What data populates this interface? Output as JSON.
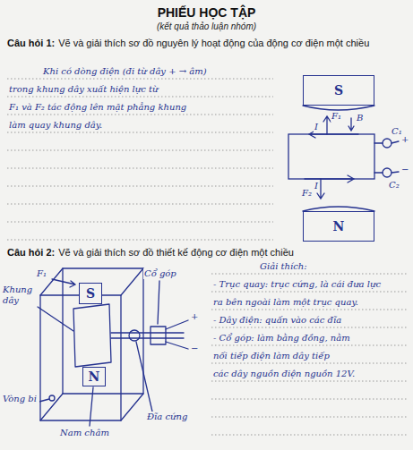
{
  "diagram": {
    "title": "PHIẾU HỌC TẬP",
    "nodes": [
      {
        "text": [
          "S"
        ]
      },
      {
        "text": [
          "N"
        ]
      },
      {
        "text": [
          "S"
        ]
      },
      {
        "text": [
          "N"
        ]
      }
    ],
    "labels": [
      "(kết quả thảo luận nhóm)",
      "Câu hỏi 1:",
      "Vẽ và giải thích sơ đồ nguyên lý hoạt động của động cơ điện một chiều",
      "Khi có dòng điện (đi từ dây + → âm)",
      "trong khung dây xuất hiện lực từ",
      "F₁ và F₂ tác động lên mặt phẳng khung",
      "làm quay khung dây.",
      "F₁",
      "B",
      "I",
      "I",
      "F₂",
      "C₁",
      "C₂",
      "+",
      "−",
      "Câu hỏi 2:",
      "Vẽ và giải thích sơ đồ thiết kế động cơ điện một chiều",
      "Giải thích:",
      "- Trục quay: trục cứng, là cái đưa lực",
      "ra bên ngoài làm một trục quay.",
      "- Dây điện: quấn vào các đĩa",
      "- Cổ góp: làm bằng đồng, nằm",
      "nối tiếp điện làm dây tiếp",
      "các dây nguồn điện nguồn 12V.",
      "Khung dây",
      "F₁",
      "Cổ góp",
      "+",
      "−",
      "Vòng bi",
      "Đĩa cứng",
      "Nam châm"
    ]
  }
}
